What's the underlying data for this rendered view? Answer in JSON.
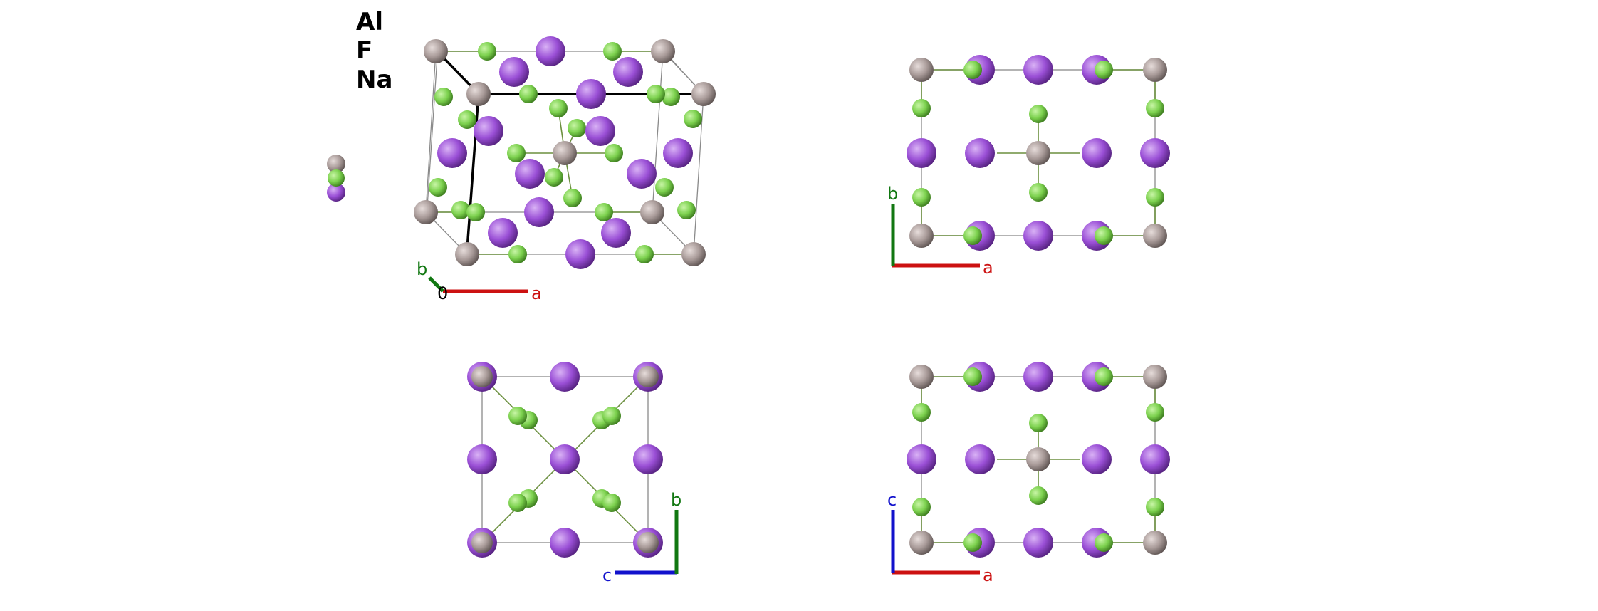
{
  "legend": {
    "elements": [
      "Al",
      "F",
      "Na"
    ]
  },
  "axis_labels": {
    "a": "a",
    "b": "b",
    "c": "c",
    "origin": "0"
  },
  "colors": {
    "Al": "#a89a98",
    "F": "#7cd14e",
    "Na": "#9a4fd6",
    "axis_a": "#cc1111",
    "axis_b": "#117711",
    "axis_c": "#1111cc"
  }
}
